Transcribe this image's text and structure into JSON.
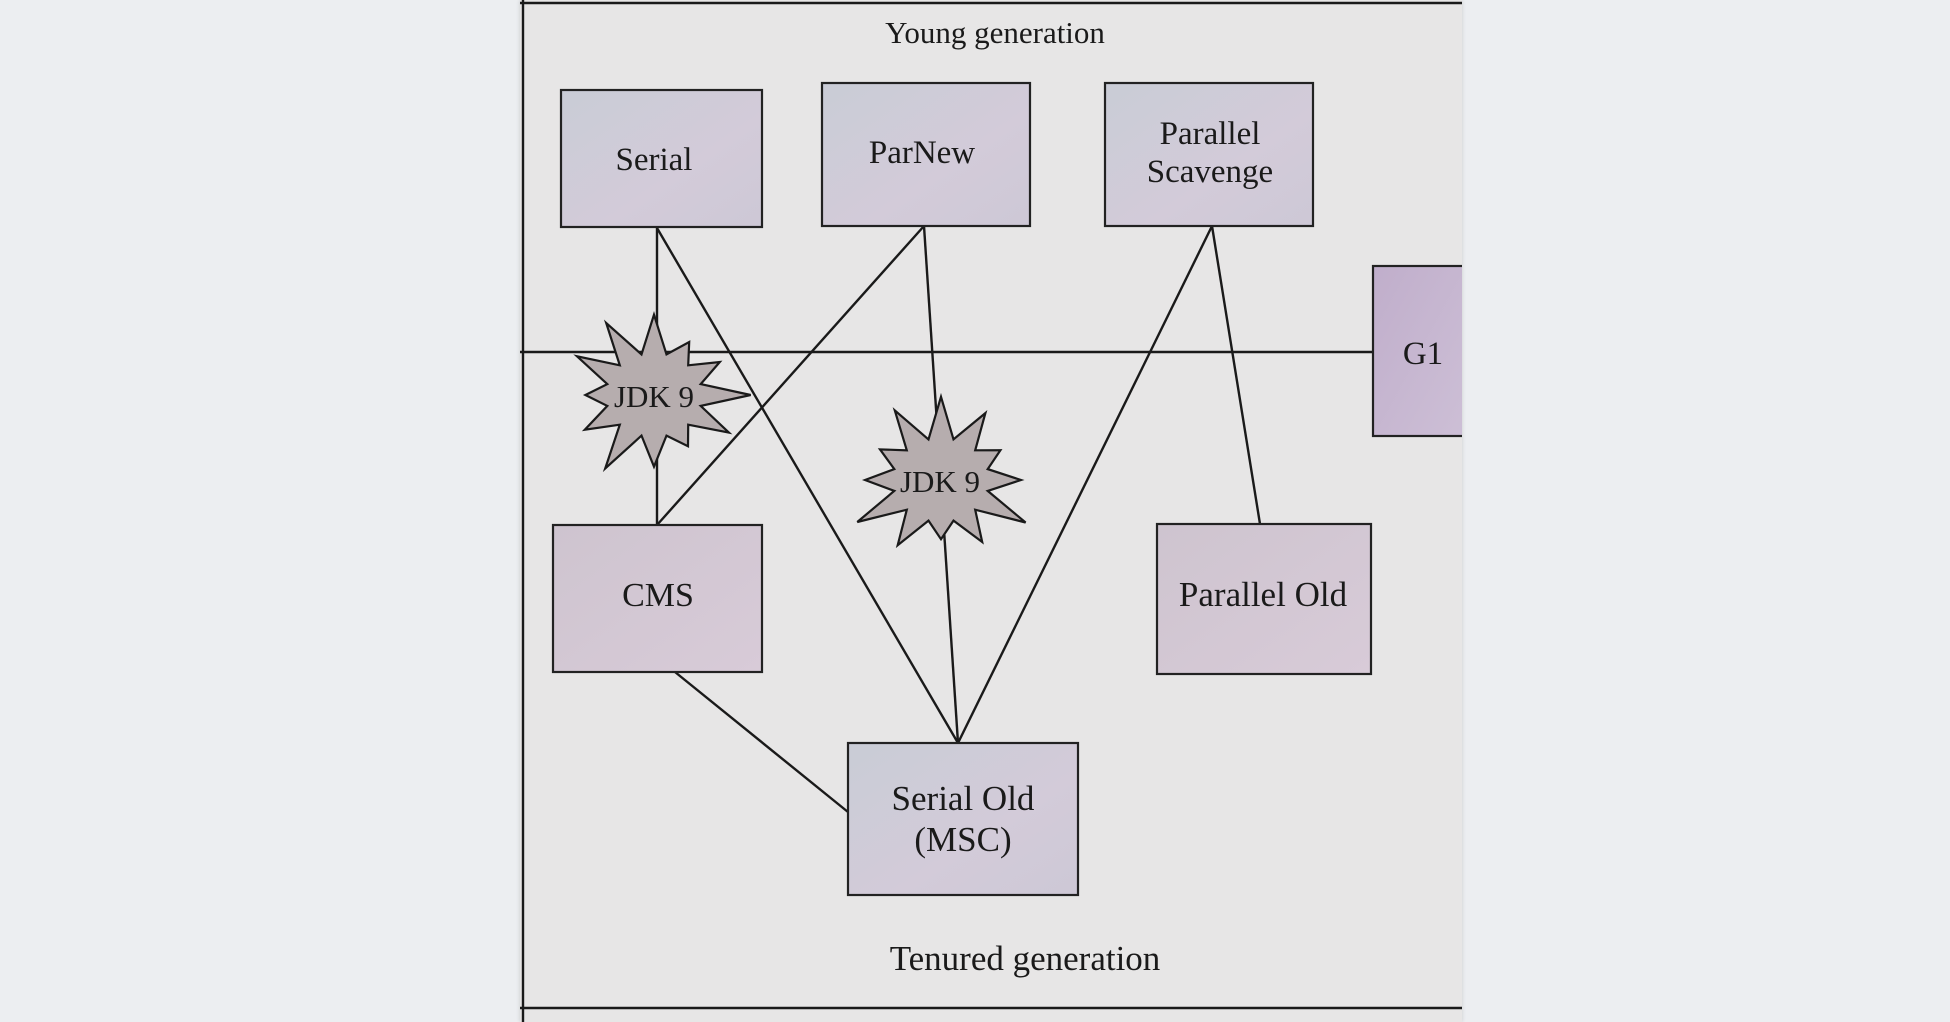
{
  "diagram": {
    "top_label": "Young generation",
    "bottom_label": "Tenured generation",
    "collectors": {
      "serial": "Serial",
      "parnew": "ParNew",
      "parallel_scavenge_line1": "Parallel",
      "parallel_scavenge_line2": "Scavenge",
      "g1": "G1",
      "cms": "CMS",
      "parallel_old": "Parallel Old",
      "serial_old_line1": "Serial Old",
      "serial_old_line2": "(MSC)"
    },
    "deprecation_badges": {
      "badge1": "JDK 9",
      "badge2": "JDK 9"
    }
  }
}
